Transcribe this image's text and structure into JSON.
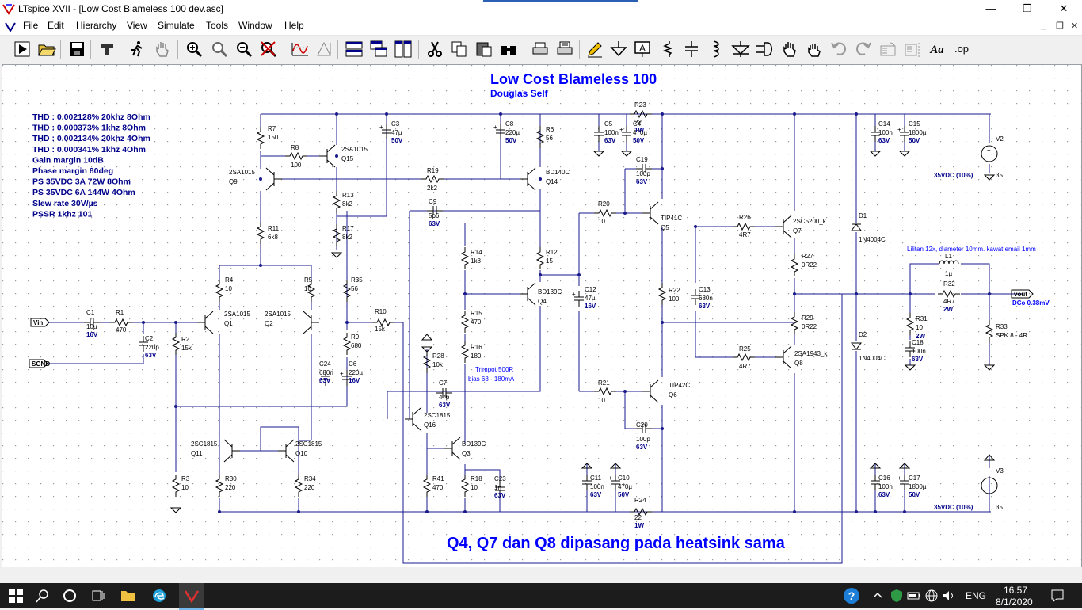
{
  "window": {
    "title": "LTspice XVII - [Low Cost Blameless 100 dev.asc]",
    "minimize": "—",
    "restore": "❐",
    "close": "✕"
  },
  "menu": {
    "items": [
      "File",
      "Edit",
      "Hierarchy",
      "View",
      "Simulate",
      "Tools",
      "Window",
      "Help"
    ]
  },
  "mdi": {
    "minimize": "_",
    "restore": "❐",
    "close": "✕"
  },
  "toolbar": {
    "icons": [
      "run-icon",
      "open-icon",
      "save-icon",
      "control-panel-icon",
      "run-man-icon",
      "pan-hand-icon",
      "zoom-in-icon",
      "zoom-area-icon",
      "zoom-out-icon",
      "zoom-cancel-icon",
      "waveform-icon",
      "grid-icon",
      "tile-horizontal-icon",
      "cascade-icon",
      "tile-vertical-icon",
      "cut-icon",
      "copy-icon",
      "paste-icon",
      "find-icon",
      "print-icon",
      "print-setup-icon",
      "pencil-icon",
      "ground-icon",
      "label-icon",
      "resistor-icon",
      "capacitor-icon",
      "inductor-icon",
      "diode-icon",
      "component-icon",
      "move-icon",
      "drag-icon",
      "undo-icon",
      "redo-icon",
      "rotate-icon",
      "mirror-icon",
      "text-icon",
      "op-icon"
    ],
    "labels": {
      "text": "Aa",
      "op": ".op"
    }
  },
  "schematic": {
    "title": "Low Cost Blameless 100",
    "subtitle": "Douglas Self",
    "notes": [
      "THD : 0.002128% 20khz 8Ohm",
      "THD : 0.000373% 1khz 8Ohm",
      "THD : 0.002134% 20khz 4Ohm",
      "THD : 0.000341% 1khz 4Ohm",
      "Gain margin 10dB",
      "Phase margin 80deg",
      "PS 35VDC 3A 72W 8Ohm",
      "PS 35VDC 6A 144W 4Ohm",
      "Slew rate 30V/µs",
      "PSSR 1khz 101"
    ],
    "heatsink_note": "Q4, Q7 dan Q8 dipasang pada heatsink sama",
    "inductor_note": "Lilitan 12x, diameter 10mm. kawat email 1mm",
    "trimpot_note": [
      "Trimpot 500R",
      "bias 68 - 180mA"
    ],
    "ports": {
      "vin": "Vin",
      "sgnd": "SGND",
      "vout": "vout",
      "dc_offset": "DCo 0.38mV"
    },
    "components": [
      {
        "ref": "R7",
        "val": "150"
      },
      {
        "ref": "R8",
        "val": "100"
      },
      {
        "ref": "Q15",
        "val": "2SA1015"
      },
      {
        "ref": "Q9",
        "val": "2SA1015"
      },
      {
        "ref": "C3",
        "val": "47µ",
        "rating": "50V"
      },
      {
        "ref": "C8",
        "val": "220µ",
        "rating": "50V"
      },
      {
        "ref": "R6",
        "val": "56"
      },
      {
        "ref": "C5",
        "val": "100n",
        "rating": "63V"
      },
      {
        "ref": "C4",
        "val": "470µ",
        "rating": "50V"
      },
      {
        "ref": "R23",
        "val": "22",
        "rating": "1W"
      },
      {
        "ref": "C14",
        "val": "100n",
        "rating": "63V"
      },
      {
        "ref": "C15",
        "val": "1800µ",
        "rating": "50V"
      },
      {
        "ref": "V2",
        "val": "35",
        "rating": "35VDC (10%)"
      },
      {
        "ref": "R19",
        "val": "2k2"
      },
      {
        "ref": "Q14",
        "val": "BD140C"
      },
      {
        "ref": "R13",
        "val": "8k2"
      },
      {
        "ref": "R17",
        "val": "8k2"
      },
      {
        "ref": "C19",
        "val": "100p",
        "rating": "63V"
      },
      {
        "ref": "C9",
        "val": "5p6",
        "rating": "63V"
      },
      {
        "ref": "R20",
        "val": "10"
      },
      {
        "ref": "Q5",
        "val": "TIP41C"
      },
      {
        "ref": "R26",
        "val": "4R7"
      },
      {
        "ref": "Q7",
        "val": "2SC5200_k"
      },
      {
        "ref": "R11",
        "val": "6k8"
      },
      {
        "ref": "R14",
        "val": "1k8"
      },
      {
        "ref": "R12",
        "val": "15"
      },
      {
        "ref": "R27",
        "val": "0R22"
      },
      {
        "ref": "D1",
        "val": "1N4004C"
      },
      {
        "ref": "L1",
        "val": "1µ"
      },
      {
        "ref": "R4",
        "val": "10"
      },
      {
        "ref": "R5",
        "val": "10"
      },
      {
        "ref": "R35",
        "val": "56"
      },
      {
        "ref": "Q4",
        "val": "BD139C"
      },
      {
        "ref": "C12",
        "val": "47µ",
        "rating": "16V"
      },
      {
        "ref": "R22",
        "val": "100"
      },
      {
        "ref": "C13",
        "val": "680n",
        "rating": "63V"
      },
      {
        "ref": "R32",
        "val": "4R7",
        "rating": "2W"
      },
      {
        "ref": "C1",
        "val": "10µ",
        "rating": "16V"
      },
      {
        "ref": "R1",
        "val": "470"
      },
      {
        "ref": "Q1",
        "val": "2SA1015"
      },
      {
        "ref": "Q2",
        "val": "2SA1015"
      },
      {
        "ref": "R10",
        "val": "15k"
      },
      {
        "ref": "R15",
        "val": "470"
      },
      {
        "ref": "R29",
        "val": "0R22"
      },
      {
        "ref": "R31",
        "val": "10",
        "rating": "2W"
      },
      {
        "ref": "R33",
        "val": "SPK 8 - 4R"
      },
      {
        "ref": "R2",
        "val": "15k"
      },
      {
        "ref": "C2",
        "val": "220p",
        "rating": "63V"
      },
      {
        "ref": "R9",
        "val": "680"
      },
      {
        "ref": "R16",
        "val": "180"
      },
      {
        "ref": "D2",
        "val": "1N4004C"
      },
      {
        "ref": "C18",
        "val": "100n",
        "rating": "63V"
      },
      {
        "ref": "R25",
        "val": "4R7"
      },
      {
        "ref": "Q8",
        "val": "2SA1943_k"
      },
      {
        "ref": "C24",
        "val": "680n",
        "rating": "63V"
      },
      {
        "ref": "C6",
        "val": "220µ",
        "rating": "16V"
      },
      {
        "ref": "R28",
        "val": "10k"
      },
      {
        "ref": "C7",
        "val": "47p",
        "rating": "63V"
      },
      {
        "ref": "R21",
        "val": "10"
      },
      {
        "ref": "Q6",
        "val": "TIP42C"
      },
      {
        "ref": "Q16",
        "val": "2SC1815"
      },
      {
        "ref": "C20",
        "val": "100p",
        "rating": "63V"
      },
      {
        "ref": "Q11",
        "val": "2SC1815"
      },
      {
        "ref": "Q10",
        "val": "2SC1815"
      },
      {
        "ref": "Q3",
        "val": "BD139C"
      },
      {
        "ref": "C16",
        "val": "100n",
        "rating": "63V"
      },
      {
        "ref": "C17",
        "val": "1800µ",
        "rating": "50V"
      },
      {
        "ref": "V3",
        "val": "35",
        "rating": "35VDC (10%)"
      },
      {
        "ref": "R3",
        "val": "10"
      },
      {
        "ref": "R30",
        "val": "220"
      },
      {
        "ref": "R34",
        "val": "220"
      },
      {
        "ref": "R41",
        "val": "470"
      },
      {
        "ref": "R18",
        "val": "10"
      },
      {
        "ref": "C23",
        "val": "1n",
        "rating": "63V"
      },
      {
        "ref": "C11",
        "val": "100n",
        "rating": "63V"
      },
      {
        "ref": "C10",
        "val": "470µ",
        "rating": "50V"
      },
      {
        "ref": "R24",
        "val": "22",
        "rating": "1W"
      }
    ]
  },
  "taskbar": {
    "time": "16.57",
    "date": "8/1/2020",
    "lang": "ENG"
  },
  "colors": {
    "wire": "#1a1a8c",
    "label": "#00008b",
    "blue": "#0000ff",
    "canvas": "#ffffff"
  }
}
